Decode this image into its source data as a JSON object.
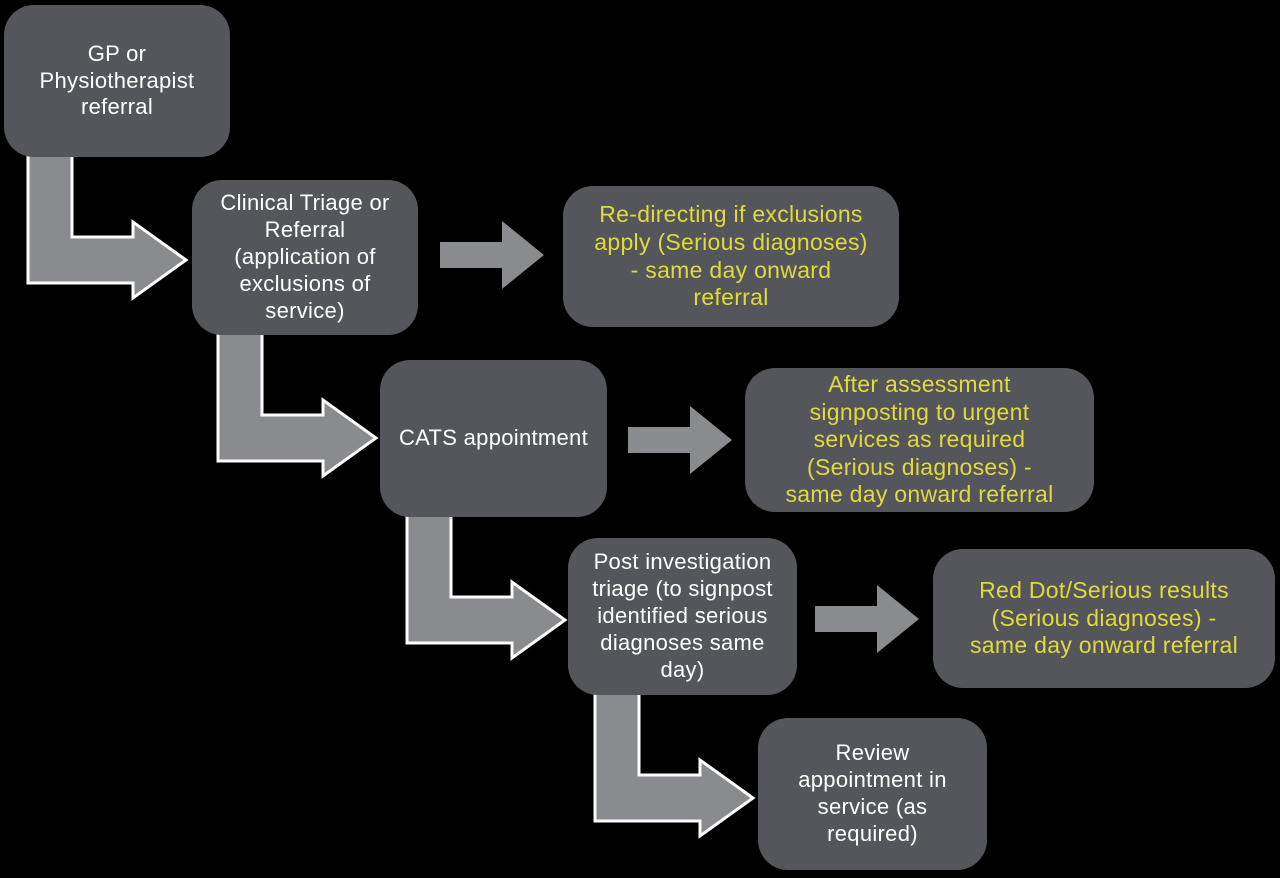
{
  "colors": {
    "background": "#000000",
    "box_fill": "#54565B",
    "process_text": "#FFFFFF",
    "outcome_text": "#E0DA3C",
    "arrow_fill": "#8A8B8E",
    "elbow_arrow_outline": "#FCFCFC"
  },
  "boxes": [
    {
      "id": "gp-referral",
      "type": "process",
      "lines": [
        "GP or",
        "Physiotherapist",
        "referral"
      ]
    },
    {
      "id": "clinical-triage",
      "type": "process",
      "lines": [
        "Clinical Triage or",
        "Referral",
        "(application of",
        "exclusions of",
        "service)"
      ]
    },
    {
      "id": "redirecting-exclusions",
      "type": "outcome",
      "lines": [
        "Re-directing if exclusions",
        "apply (Serious diagnoses)",
        "- same day onward",
        "referral"
      ]
    },
    {
      "id": "cats-appointment",
      "type": "process",
      "lines": [
        "CATS appointment"
      ]
    },
    {
      "id": "after-assessment",
      "type": "outcome",
      "lines": [
        "After assessment",
        "signposting to urgent",
        "services as required",
        "(Serious diagnoses) -",
        "same day onward referral"
      ]
    },
    {
      "id": "post-investigation-triage",
      "type": "process",
      "lines": [
        "Post investigation",
        "triage (to signpost",
        "identified serious",
        "diagnoses same",
        "day)"
      ]
    },
    {
      "id": "red-dot-results",
      "type": "outcome",
      "lines": [
        "Red Dot/Serious results",
        "(Serious diagnoses) -",
        "same day onward referral"
      ]
    },
    {
      "id": "review-appointment",
      "type": "process",
      "lines": [
        "Review",
        "appointment in",
        "service (as",
        "required)"
      ]
    }
  ],
  "connections": [
    {
      "from": "gp-referral",
      "to": "clinical-triage",
      "shape": "elbow-down-right"
    },
    {
      "from": "clinical-triage",
      "to": "redirecting-exclusions",
      "shape": "straight-right"
    },
    {
      "from": "clinical-triage",
      "to": "cats-appointment",
      "shape": "elbow-down-right"
    },
    {
      "from": "cats-appointment",
      "to": "after-assessment",
      "shape": "straight-right"
    },
    {
      "from": "cats-appointment",
      "to": "post-investigation-triage",
      "shape": "elbow-down-right"
    },
    {
      "from": "post-investigation-triage",
      "to": "red-dot-results",
      "shape": "straight-right"
    },
    {
      "from": "post-investigation-triage",
      "to": "review-appointment",
      "shape": "elbow-down-right"
    }
  ]
}
